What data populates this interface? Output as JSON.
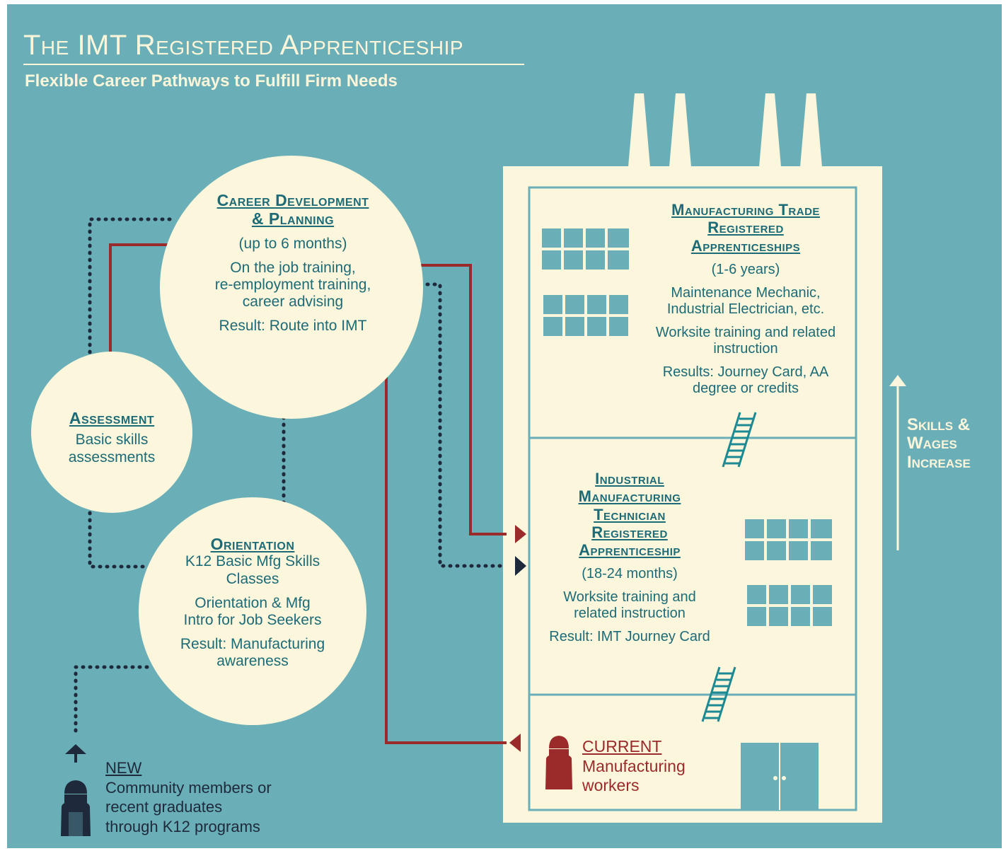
{
  "header": {
    "title": "The IMT Registered Apprenticeship",
    "subtitle": "Flexible Career Pathways to Fulfill Firm Needs"
  },
  "career": {
    "heading_line1": "Career Development",
    "heading_line2": "& Planning",
    "duration": "(up to 6 months)",
    "desc_line1": "On the job training,",
    "desc_line2": "re-employment training,",
    "desc_line3": "career advising",
    "result": "Result: Route into IMT"
  },
  "assessment": {
    "heading": "Assessment",
    "desc_line1": "Basic skills",
    "desc_line2": "assessments"
  },
  "orientation": {
    "heading": "Orientation",
    "line1": "K12 Basic Mfg Skills",
    "line2": "Classes",
    "line3": "Orientation & Mfg",
    "line4": "Intro for Job Seekers",
    "line5": "Result: Manufacturing",
    "line6": "awareness"
  },
  "trade": {
    "heading_line1": "Manufacturing Trade",
    "heading_line2": "Registered",
    "heading_line3": "Apprenticeships",
    "duration": "(1-6 years)",
    "desc_line1": "Maintenance Mechanic,",
    "desc_line2": "Industrial Electrician, etc.",
    "desc_line3": "Worksite training and related",
    "desc_line4": "instruction",
    "result_line1": "Results: Journey Card, AA",
    "result_line2": "degree or credits"
  },
  "imt": {
    "heading_line1": "Industrial",
    "heading_line2": "Manufacturing",
    "heading_line3": "Technician",
    "heading_line4": "Registered",
    "heading_line5": "Apprenticeship",
    "duration": "(18-24 months)",
    "desc_line1": "Worksite training and",
    "desc_line2": "related instruction",
    "result": "Result: IMT Journey Card"
  },
  "current": {
    "label": "CURRENT",
    "desc_line1": "Manufacturing",
    "desc_line2": "workers"
  },
  "new_entrants": {
    "label": "NEW",
    "desc_line1": "Community members or",
    "desc_line2": "recent graduates",
    "desc_line3": "through K12 programs"
  },
  "skills": {
    "line1": "Skills &",
    "line2": "Wages",
    "line3": "Increase"
  },
  "icons": [
    "worker-icon",
    "ladder-icon",
    "window-icon",
    "door-icon",
    "arrow-up-icon"
  ],
  "colors": {
    "background": "#6AAFB7",
    "cream": "#FBF6DC",
    "teal_text": "#1D6B77",
    "red_path": "#9B2B2B",
    "navy_path": "#1E2A3C"
  }
}
